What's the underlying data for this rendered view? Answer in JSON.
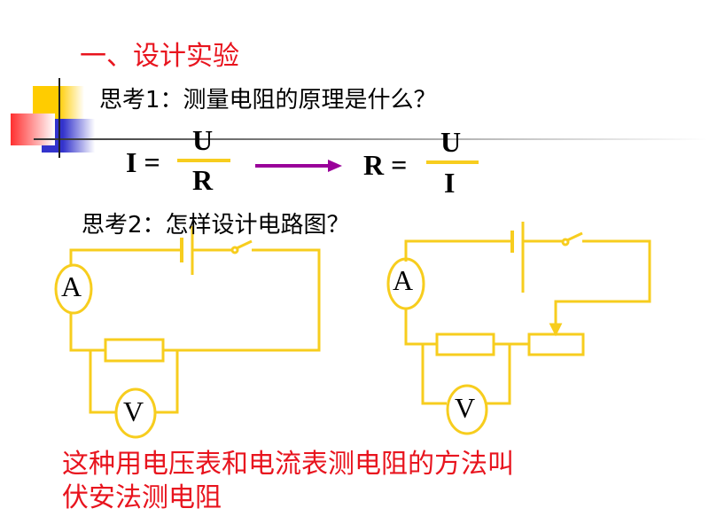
{
  "title": "一、设计实验",
  "q1": "思考1：测量电阻的原理是什么？",
  "formula1": {
    "lhs": "I =",
    "num": "U",
    "den": "R"
  },
  "formula2": {
    "lhs": "R =",
    "num": "U",
    "den": "I"
  },
  "q2": "思考2：怎样设计电路图？",
  "meters": {
    "ammeter": "A",
    "voltmeter": "V"
  },
  "conclusion": [
    "这种用电压表和电流表测电阻的方法叫",
    "伏安法测电阻"
  ],
  "colors": {
    "title": "#e8141e",
    "wire": "#f7cd1e",
    "arrow": "#990099"
  }
}
